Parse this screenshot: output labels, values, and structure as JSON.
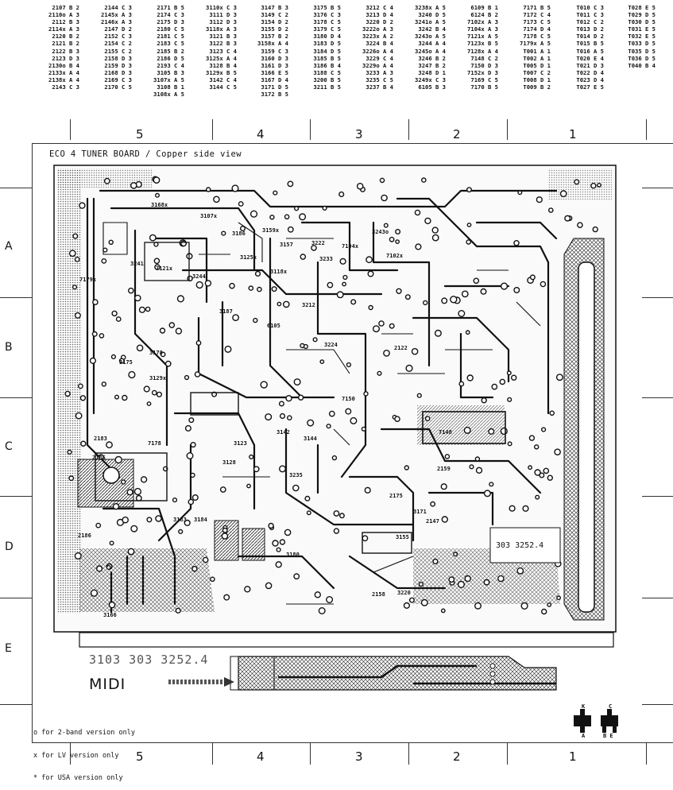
{
  "component_index": {
    "columns": [
      [
        "2107 B 2",
        "2110o A 3",
        "2112 B 3",
        "2114x A 3",
        "2120 B 2",
        "2121 B 2",
        "2122 B 3",
        "2123 D 3",
        "2130o B 4",
        "2133x A 4",
        "2138x A 4",
        "2143 C 3"
      ],
      [
        "2144 C 3",
        "2145x A 3",
        "2146x A 3",
        "2147 D 2",
        "2152 C 3",
        "2154 C 2",
        "2155 C 2",
        "2158 D 3",
        "2159 D 3",
        "2168 D 3",
        "2169 C 3",
        "2170 C 5"
      ],
      [
        "2171 B 5",
        "2174 C 3",
        "2175 D 3",
        "2180 C 5",
        "2181 C 5",
        "2183 C 5",
        "2185 B 2",
        "2186 D 5",
        "2193 C 4",
        "3105 B 3",
        "3107x A 5",
        "3108 B 1",
        "3108x A 5"
      ],
      [
        "3110x C 3",
        "3111 D 3",
        "3112 D 3",
        "3118x A 3",
        "3121 B 3",
        "3122 B 3",
        "3123 C 4",
        "3125x A 4",
        "3128 B 4",
        "3129x B 5",
        "3142 C 4",
        "3144 C 5"
      ],
      [
        "3147 B 3",
        "3149 C 2",
        "3154 D 2",
        "3155 D 2",
        "3157 B 2",
        "3158x A 4",
        "3159 C 3",
        "3160 D 3",
        "3161 D 3",
        "3166 E 5",
        "3167 D 4",
        "3171 D 5",
        "3172 B 5"
      ],
      [
        "3175 B 5",
        "3176 C 3",
        "3178 C 5",
        "3179 C 5",
        "3180 D 4",
        "3183 D 5",
        "3184 D 5",
        "3185 B 5",
        "3186 B 4",
        "3188 C 5",
        "3200 B 5",
        "3211 B 5"
      ],
      [
        "3212 C 4",
        "3213 D 4",
        "3220 D 2",
        "3222o A 3",
        "3223x A 2",
        "3224 B 4",
        "3226o A 4",
        "3229 C 4",
        "3229o A 4",
        "3233 A 3",
        "3235 C 5",
        "3237 B 4"
      ],
      [
        "3238x A 5",
        "3240 D 5",
        "3241o A 5",
        "3242 B 4",
        "3243o A 5",
        "3244 A 4",
        "3245o A 4",
        "3246 B 2",
        "3247 B 2",
        "3248 D 1",
        "3249x C 3",
        "6105 B 3"
      ],
      [
        "6109 B 1",
        "6124 B 2",
        "7102x A 3",
        "7104x A 3",
        "7121x A 5",
        "7123x B 5",
        "7128x A 4",
        "7148 C 2",
        "7150 D 3",
        "7152x D 3",
        "7169 C 5",
        "7170 B 5"
      ],
      [
        "7171 B 5",
        "7172 C 4",
        "7173 C 5",
        "7174 D 4",
        "7178 C 5",
        "7179x A 5",
        "T001 A 1",
        "T002 A 1",
        "T005 D 1",
        "T007 C 2",
        "T008 D 1",
        "T009 B 2"
      ],
      [
        "T010 C 3",
        "T011 C 3",
        "T012 C 2",
        "T013 D 2",
        "T014 D 2",
        "T015 B 5",
        "T016 A 5",
        "T020 E 4",
        "T021 D 3",
        "T022 D 4",
        "T023 D 4",
        "T027 E 5"
      ],
      [
        "T028 E 5",
        "T029 D 5",
        "T030 D 5",
        "T031 E 5",
        "T032 E 5",
        "T033 D 5",
        "T035 D 5",
        "T036 D 5",
        "T040 B 4"
      ]
    ]
  },
  "grid": {
    "columns": [
      "5",
      "4",
      "3",
      "2",
      "1"
    ],
    "rows": [
      "A",
      "B",
      "C",
      "D",
      "E"
    ]
  },
  "board": {
    "title": "ECO 4 TUNER BOARD / Copper side view",
    "part_number_small": "303 3252.4",
    "part_number_large": "3103 303 3252.4",
    "midi_label": "MIDI"
  },
  "board_labels": [
    "3168x",
    "3107x",
    "3241",
    "7121x",
    "7179x",
    "3125x",
    "3118x",
    "3244",
    "3159x",
    "3157",
    "3222",
    "3243o",
    "7102x",
    "7104x",
    "3233",
    "3212",
    "6105",
    "3224",
    "2122",
    "3175",
    "2183",
    "2185",
    "2186",
    "3187",
    "3183",
    "3184",
    "3186",
    "3178",
    "2175",
    "3155",
    "3220",
    "2159",
    "2158",
    "3171",
    "3166",
    "3129x",
    "3128",
    "3123",
    "3142",
    "3144",
    "7150",
    "7148",
    "7178",
    "2147",
    "3235",
    "3180"
  ],
  "legend": [
    "o for 2-band version only",
    "x for LV version only",
    "* for USA version only"
  ],
  "transistor_pins": {
    "left": {
      "top": "K",
      "bottom": "A"
    },
    "right": {
      "top": "C",
      "bottom": "B E"
    }
  }
}
